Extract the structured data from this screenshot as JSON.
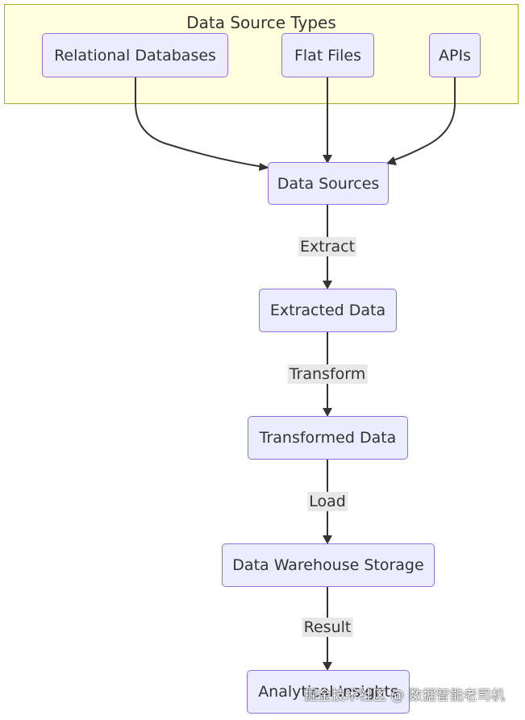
{
  "subgraph": {
    "title": "Data Source Types"
  },
  "nodes": {
    "relational_databases": "Relational Databases",
    "flat_files": "Flat Files",
    "apis": "APIs",
    "data_sources": "Data Sources",
    "extracted_data": "Extracted Data",
    "transformed_data": "Transformed Data",
    "data_warehouse_storage": "Data Warehouse Storage",
    "analytical_insights": "Analytical Insights"
  },
  "edge_labels": {
    "extract": "Extract",
    "transform": "Transform",
    "load": "Load",
    "result": "Result"
  },
  "watermark": "掘金技术社区 @ 数据智能老司机",
  "colors": {
    "node_fill": "#ECECFF",
    "node_border": "#9370DB",
    "cluster_fill": "#ffffde",
    "cluster_border": "#aaaa33",
    "edge": "#333333",
    "edge_label_bg": "#e8e8e8"
  }
}
